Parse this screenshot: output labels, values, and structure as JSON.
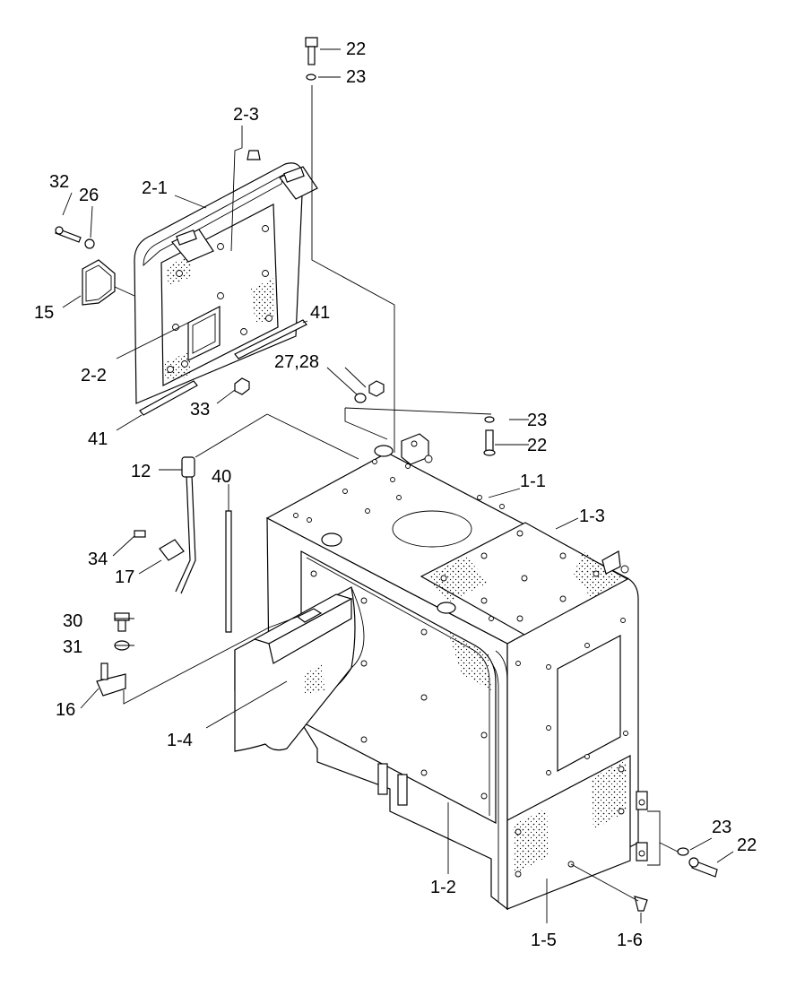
{
  "diagram": {
    "callouts": [
      {
        "id": "22-top",
        "text": "22"
      },
      {
        "id": "23-top",
        "text": "23"
      },
      {
        "id": "2-3",
        "text": "2-3"
      },
      {
        "id": "32",
        "text": "32"
      },
      {
        "id": "26",
        "text": "26"
      },
      {
        "id": "2-1",
        "text": "2-1"
      },
      {
        "id": "15",
        "text": "15"
      },
      {
        "id": "41-right",
        "text": "41"
      },
      {
        "id": "2-2",
        "text": "2-2"
      },
      {
        "id": "27-28",
        "text": "27,28"
      },
      {
        "id": "33",
        "text": "33"
      },
      {
        "id": "41-left",
        "text": "41"
      },
      {
        "id": "23-mid",
        "text": "23"
      },
      {
        "id": "22-mid",
        "text": "22"
      },
      {
        "id": "12",
        "text": "12"
      },
      {
        "id": "40",
        "text": "40"
      },
      {
        "id": "1-1",
        "text": "1-1"
      },
      {
        "id": "1-3",
        "text": "1-3"
      },
      {
        "id": "34",
        "text": "34"
      },
      {
        "id": "17",
        "text": "17"
      },
      {
        "id": "30",
        "text": "30"
      },
      {
        "id": "31",
        "text": "31"
      },
      {
        "id": "16",
        "text": "16"
      },
      {
        "id": "1-4",
        "text": "1-4"
      },
      {
        "id": "23-low",
        "text": "23"
      },
      {
        "id": "22-low",
        "text": "22"
      },
      {
        "id": "1-2",
        "text": "1-2"
      },
      {
        "id": "1-5",
        "text": "1-5"
      },
      {
        "id": "1-6",
        "text": "1-6"
      }
    ]
  }
}
